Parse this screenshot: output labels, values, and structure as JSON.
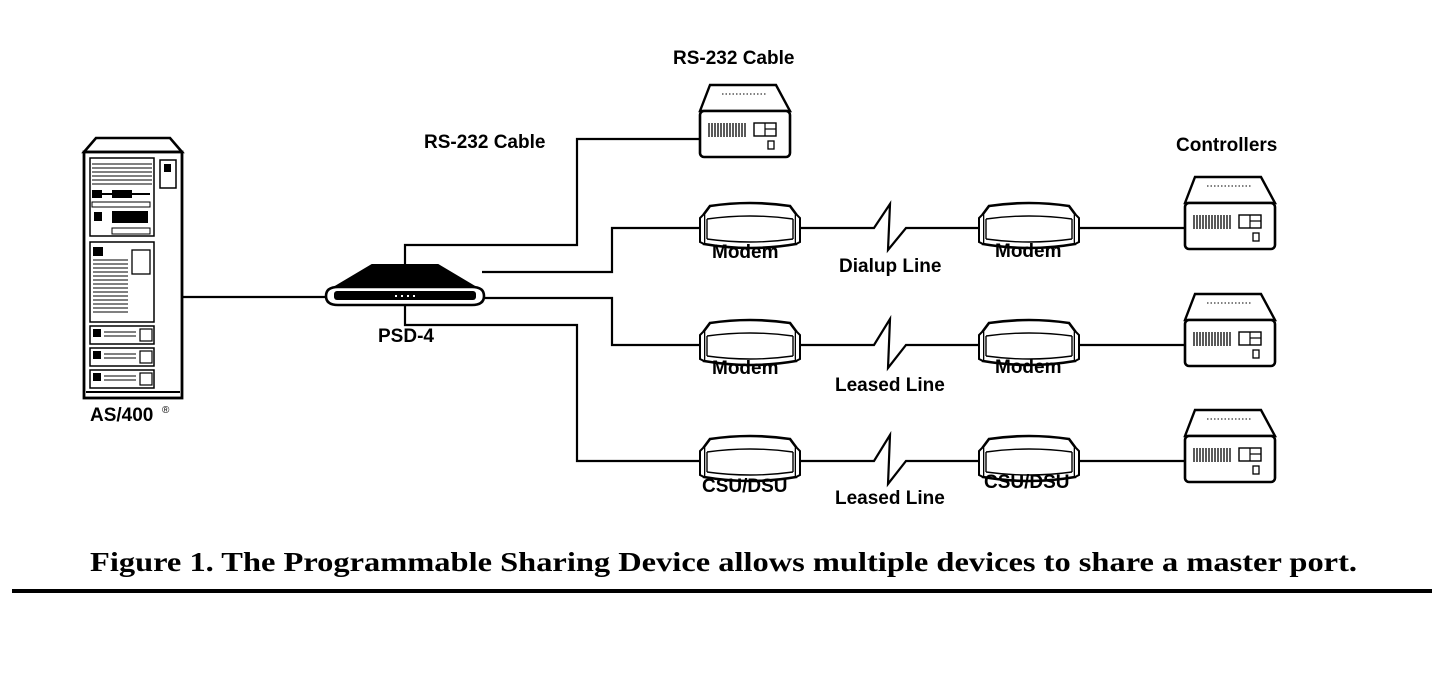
{
  "diagram": {
    "labels": {
      "as400": "AS/400",
      "as400_mark": "®",
      "psd": "PSD-4",
      "rs232_top": "RS-232 Cable",
      "rs232_mid": "RS-232 Cable",
      "controllers": "Controllers",
      "modem_left_1": "Modem",
      "modem_right_1": "Modem",
      "dialup_line": "Dialup Line",
      "modem_left_2": "Modem",
      "modem_right_2": "Modem",
      "leased_line_1": "Leased Line",
      "csudsu_left": "CSU/DSU",
      "csudsu_right": "CSU/DSU",
      "leased_line_2": "Leased Line"
    },
    "caption": "Figure 1. The Programmable Sharing Device allows multiple devices to share a master port."
  }
}
